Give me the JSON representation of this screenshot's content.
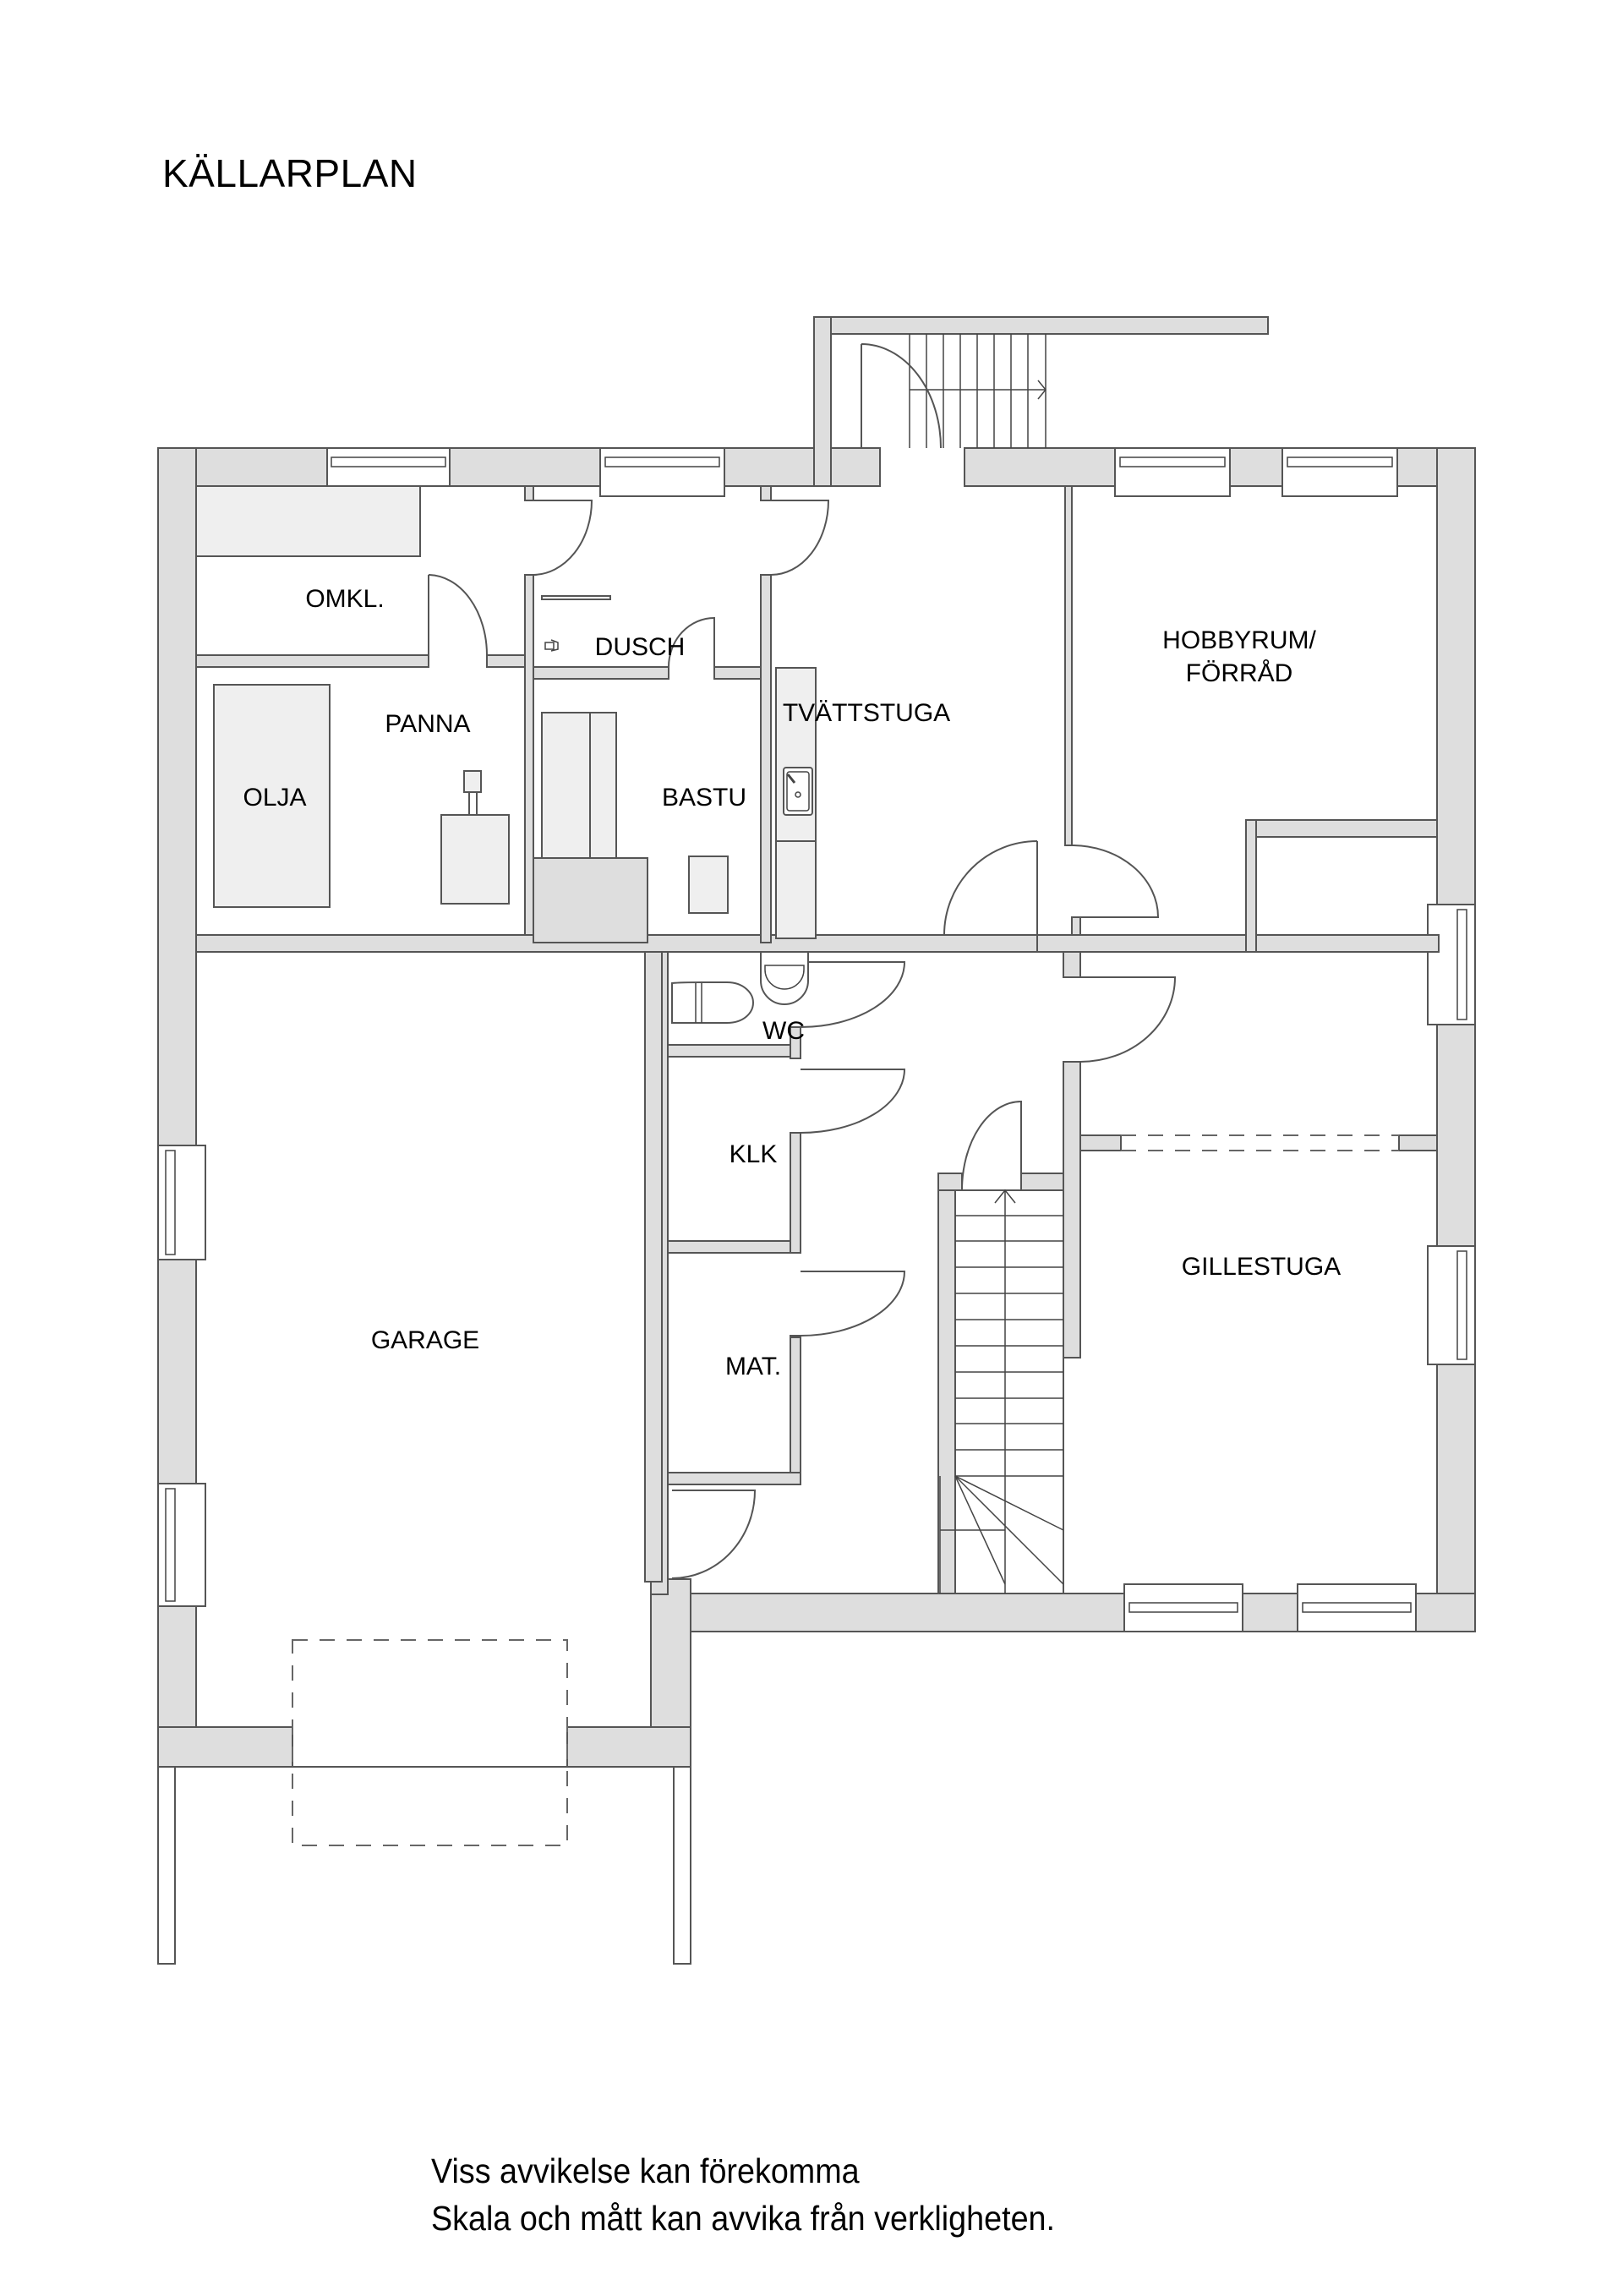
{
  "title": "KÄLLARPLAN",
  "rooms": {
    "omkl": "OMKL.",
    "dusch": "DUSCH",
    "panna": "PANNA",
    "olja": "OLJA",
    "bastu": "BASTU",
    "tvattstuga": "TVÄTTSTUGA",
    "hobbyrum_line1": "HOBBYRUM/",
    "hobbyrum_line2": "FÖRRÅD",
    "wc": "WC",
    "klk": "KLK",
    "mat": "MAT.",
    "garage": "GARAGE",
    "gillestuga": "GILLESTUGA"
  },
  "disclaimer": {
    "line1": "Viss avvikelse kan förekomma",
    "line2": "Skala och mått kan avvika från verkligheten."
  },
  "colors": {
    "wall_fill": "#dedede",
    "fixture_fill": "#efefef",
    "line": "#555555"
  }
}
